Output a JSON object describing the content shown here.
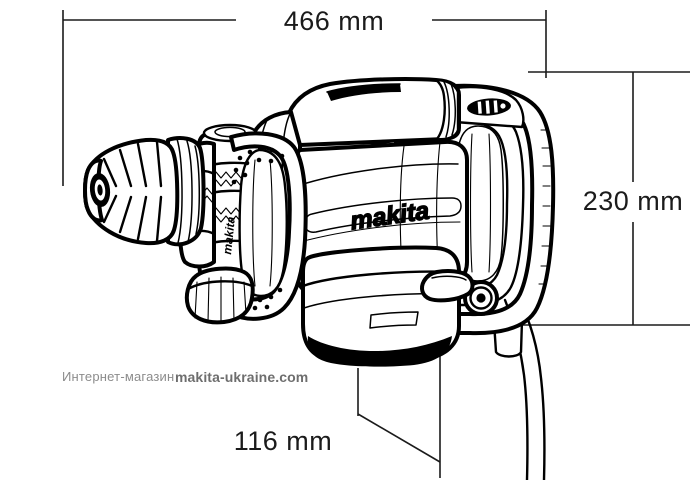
{
  "page": {
    "title": "Makita Demolition Hammer Dimension Drawing",
    "background_color": "#ffffff",
    "line_color": "#000000",
    "dimension_text_color": "#1b1b1b",
    "watermark_color": "#8c8c8c"
  },
  "dimensions": {
    "overall_length": {
      "label": "466 mm",
      "value": 466,
      "unit": "mm",
      "orientation": "horizontal",
      "position": "top"
    },
    "overall_height": {
      "label": "230 mm",
      "value": 230,
      "unit": "mm",
      "orientation": "vertical",
      "position": "right"
    },
    "base_width": {
      "label": "116 mm",
      "value": 116,
      "unit": "mm",
      "orientation": "horizontal",
      "position": "bottom"
    }
  },
  "watermark": {
    "prefix": "Интернет-магазин",
    "domain": "makita-ukraine.com"
  },
  "product": {
    "brand_logo": "makita",
    "side_handle_logo": "makita",
    "type": "demolition-hammer",
    "view": "side-elevation-line-drawing"
  },
  "icons": {
    "chuck": "sds-chuck-icon",
    "vent": "ventilation-slots-icon",
    "trigger": "trigger-switch-icon",
    "speed_dial": "speed-dial-icon",
    "cord": "power-cord-icon",
    "side_handle": "side-handle-icon",
    "rear_handle": "rear-handle-icon"
  }
}
